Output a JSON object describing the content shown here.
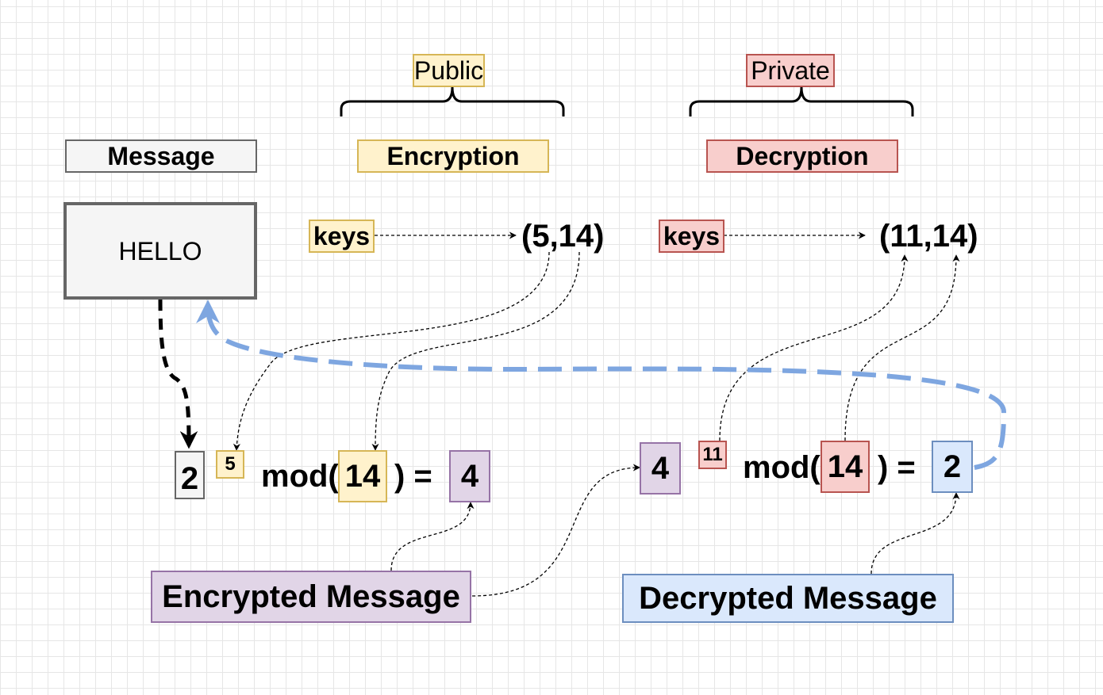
{
  "labels": {
    "public": "Public",
    "private": "Private",
    "message": "Message",
    "encryption": "Encryption",
    "decryption": "Decryption",
    "hello": "HELLO",
    "keys": "keys",
    "public_key": "(5,14)",
    "private_key": "(11,14)"
  },
  "encryption_equation": {
    "plain": "2",
    "exponent": "5",
    "mod_prefix": "mod(",
    "modulus": "14",
    "equals": ") =",
    "result": "4"
  },
  "decryption_equation": {
    "cipher": "4",
    "exponent": "11",
    "mod_prefix": "mod(",
    "modulus": "14",
    "equals": ") =",
    "result": "2"
  },
  "bottom_labels": {
    "encrypted": "Encrypted Message",
    "decrypted": "Decrypted Message"
  },
  "colors": {
    "public": "#fff2cc",
    "private": "#f8cecc",
    "encrypted": "#e1d5e7",
    "decrypted": "#dae8fc",
    "loop_arrow": "#7ea6e0"
  }
}
